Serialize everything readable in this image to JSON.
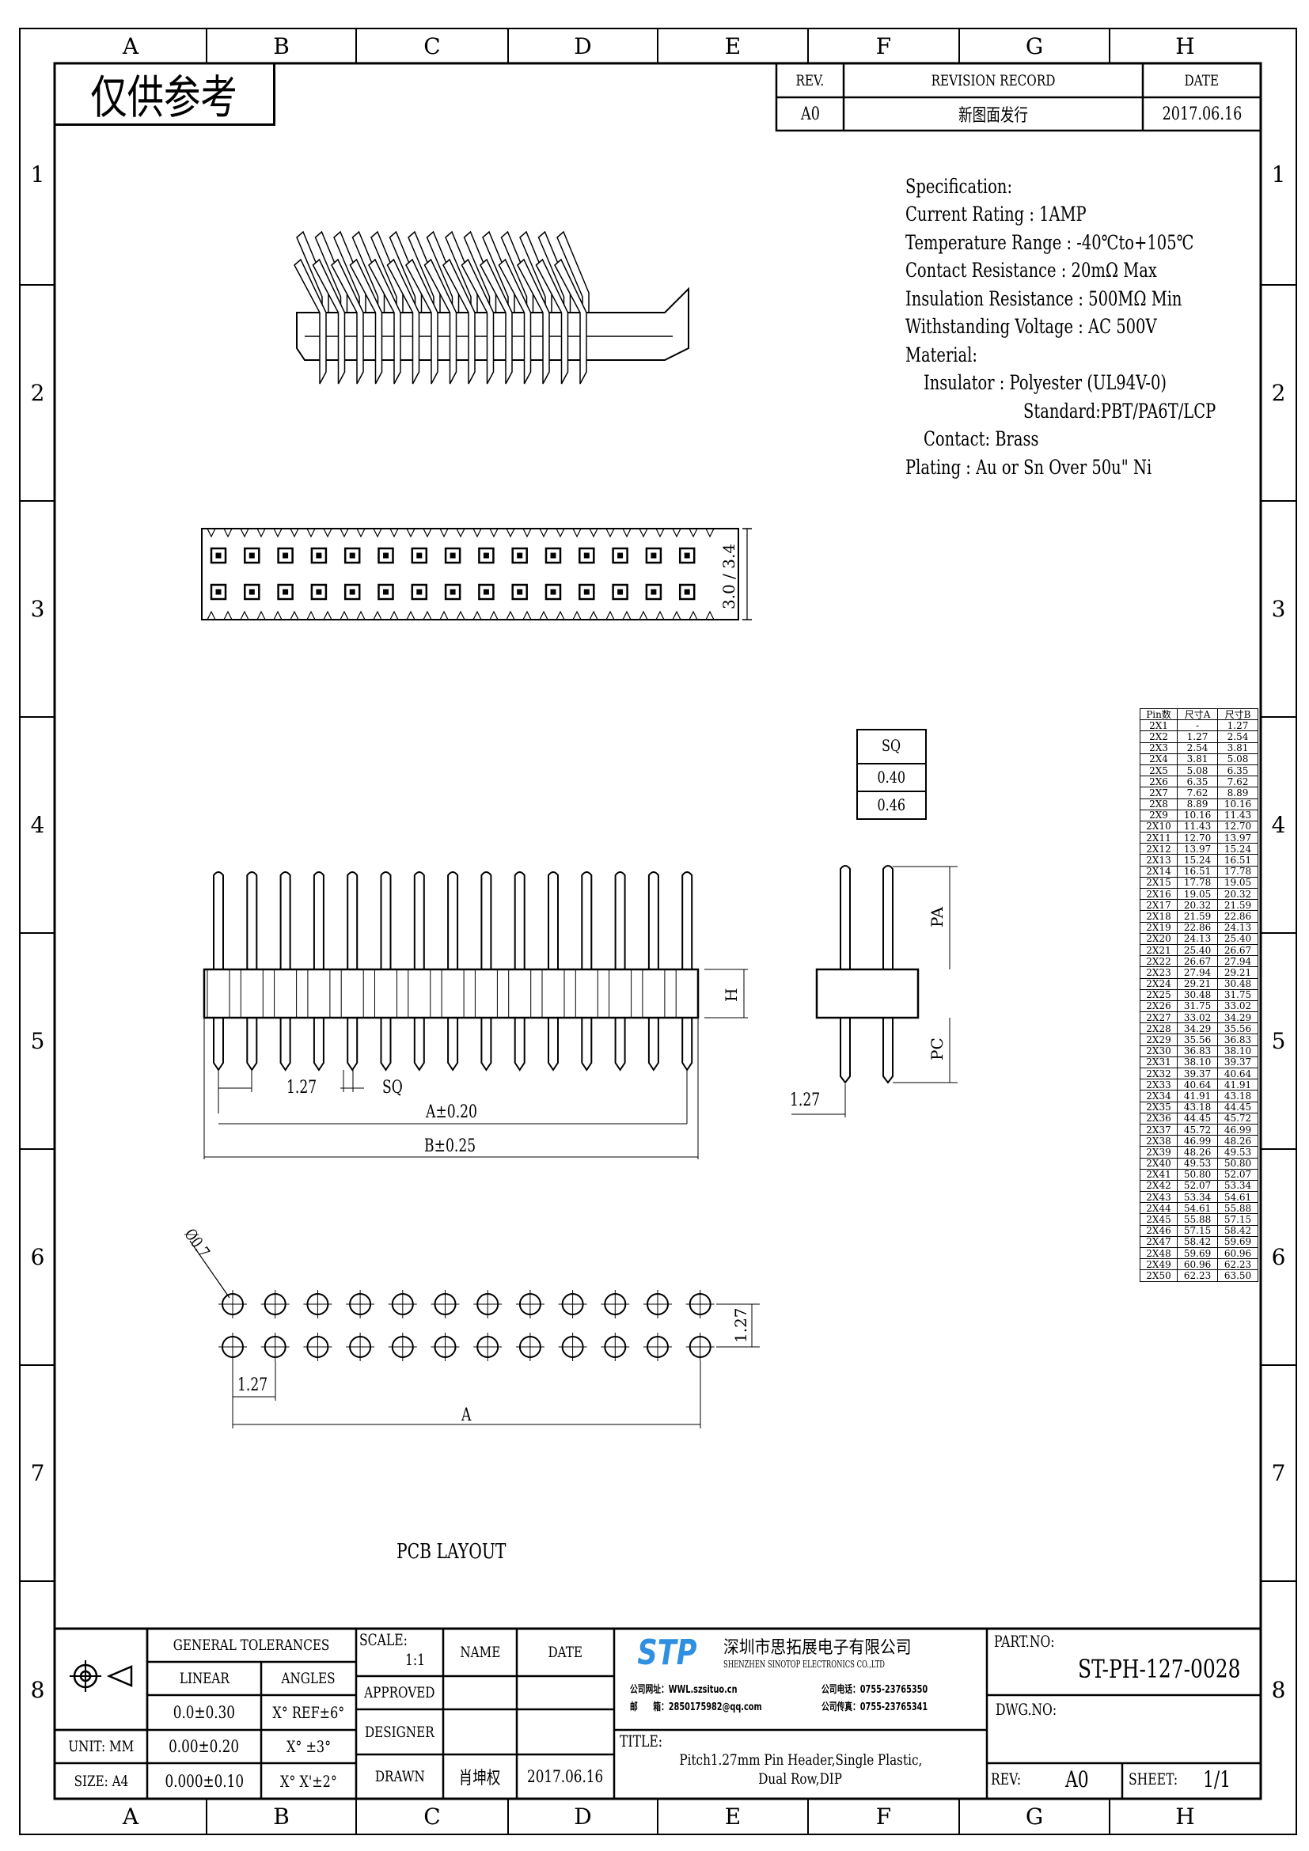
{
  "frame": {
    "columns": [
      "A",
      "B",
      "C",
      "D",
      "E",
      "F",
      "G",
      "H"
    ],
    "rows": [
      "1",
      "2",
      "3",
      "4",
      "5",
      "6",
      "7",
      "8"
    ]
  },
  "stamp": "仅供参考",
  "revision": {
    "headers": [
      "REV.",
      "REVISION RECORD",
      "DATE"
    ],
    "row": [
      "A0",
      "新图面发行",
      "2017.06.16"
    ]
  },
  "spec": [
    "Specification:",
    "Current Rating : 1AMP",
    "Temperature Range : -40℃to+105℃",
    "Contact Resistance : 20mΩ Max",
    "Insulation Resistance : 500MΩ Min",
    "Withstanding Voltage : AC 500V",
    "Material:",
    "Insulator : Polyester (UL94V-0)",
    "Standard:PBT/PA6T/LCP",
    "Contact: Brass",
    "Plating : Au or Sn Over 50u\" Ni"
  ],
  "dims": {
    "top_height": "3.0 / 3.4",
    "sq_header": "SQ",
    "sq_values": [
      "0.40",
      "0.46"
    ],
    "pitch": "1.27",
    "sq": "SQ",
    "a": "A±0.20",
    "b": "B±0.25",
    "h": "H",
    "pa": "PA",
    "pc": "PC",
    "side_pitch": "1.27",
    "hole": "Ø0.7",
    "pcb_pitch_v": "1.27",
    "pcb_pitch_h": "1.27",
    "pcb_a": "A",
    "pcb_label": "PCB LAYOUT"
  },
  "drawing": {
    "pins_per_row": 15,
    "pcb_cols": 12
  },
  "table": {
    "headers": [
      "Pin数",
      "尺寸A",
      "尺寸B"
    ],
    "rows": [
      [
        "2X1",
        "-",
        "1.27"
      ],
      [
        "2X2",
        "1.27",
        "2.54"
      ],
      [
        "2X3",
        "2.54",
        "3.81"
      ],
      [
        "2X4",
        "3.81",
        "5.08"
      ],
      [
        "2X5",
        "5.08",
        "6.35"
      ],
      [
        "2X6",
        "6.35",
        "7.62"
      ],
      [
        "2X7",
        "7.62",
        "8.89"
      ],
      [
        "2X8",
        "8.89",
        "10.16"
      ],
      [
        "2X9",
        "10.16",
        "11.43"
      ],
      [
        "2X10",
        "11.43",
        "12.70"
      ],
      [
        "2X11",
        "12.70",
        "13.97"
      ],
      [
        "2X12",
        "13.97",
        "15.24"
      ],
      [
        "2X13",
        "15.24",
        "16.51"
      ],
      [
        "2X14",
        "16.51",
        "17.78"
      ],
      [
        "2X15",
        "17.78",
        "19.05"
      ],
      [
        "2X16",
        "19.05",
        "20.32"
      ],
      [
        "2X17",
        "20.32",
        "21.59"
      ],
      [
        "2X18",
        "21.59",
        "22.86"
      ],
      [
        "2X19",
        "22.86",
        "24.13"
      ],
      [
        "2X20",
        "24.13",
        "25.40"
      ],
      [
        "2X21",
        "25.40",
        "26.67"
      ],
      [
        "2X22",
        "26.67",
        "27.94"
      ],
      [
        "2X23",
        "27.94",
        "29.21"
      ],
      [
        "2X24",
        "29.21",
        "30.48"
      ],
      [
        "2X25",
        "30.48",
        "31.75"
      ],
      [
        "2X26",
        "31.75",
        "33.02"
      ],
      [
        "2X27",
        "33.02",
        "34.29"
      ],
      [
        "2X28",
        "34.29",
        "35.56"
      ],
      [
        "2X29",
        "35.56",
        "36.83"
      ],
      [
        "2X30",
        "36.83",
        "38.10"
      ],
      [
        "2X31",
        "38.10",
        "39.37"
      ],
      [
        "2X32",
        "39.37",
        "40.64"
      ],
      [
        "2X33",
        "40.64",
        "41.91"
      ],
      [
        "2X34",
        "41.91",
        "43.18"
      ],
      [
        "2X35",
        "43.18",
        "44.45"
      ],
      [
        "2X36",
        "44.45",
        "45.72"
      ],
      [
        "2X37",
        "45.72",
        "46.99"
      ],
      [
        "2X38",
        "46.99",
        "48.26"
      ],
      [
        "2X39",
        "48.26",
        "49.53"
      ],
      [
        "2X40",
        "49.53",
        "50.80"
      ],
      [
        "2X41",
        "50.80",
        "52.07"
      ],
      [
        "2X42",
        "52.07",
        "53.34"
      ],
      [
        "2X43",
        "53.34",
        "54.61"
      ],
      [
        "2X44",
        "54.61",
        "55.88"
      ],
      [
        "2X45",
        "55.88",
        "57.15"
      ],
      [
        "2X46",
        "57.15",
        "58.42"
      ],
      [
        "2X47",
        "58.42",
        "59.69"
      ],
      [
        "2X48",
        "59.69",
        "60.96"
      ],
      [
        "2X49",
        "60.96",
        "62.23"
      ],
      [
        "2X50",
        "62.23",
        "63.50"
      ]
    ]
  },
  "titleblock": {
    "general_tolerances": "GENERAL TOLERANCES",
    "linear": "LINEAR",
    "angles": "ANGLES",
    "lin": [
      "0.0±0.30",
      "0.00±0.20",
      "0.000±0.10"
    ],
    "ang": [
      "X° REF±6°",
      "X° ±3°",
      "X° X'±2°"
    ],
    "unit": "UNIT: MM",
    "size": "SIZE: A4",
    "scale_label": "SCALE:",
    "scale": "1:1",
    "name": "NAME",
    "date": "DATE",
    "approved": "APPROVED",
    "designer": "DESIGNER",
    "drawn": "DRAWN",
    "drawn_name": "肖坤权",
    "drawn_date": "2017.06.16",
    "logo": "STP",
    "company_cn": "深圳市思拓展电子有限公司",
    "company_en": "SHENZHEN SINOTOP ELECTRONICS CO.,LTD",
    "web": "公司网址：WWL.szsituo.cn",
    "mail": "邮　　箱：2850175982@qq.com",
    "tel": "公司电话：0755-23765350",
    "fax": "公司传真：0755-23765341",
    "title_label": "TITLE:",
    "title1": "Pitch1.27mm Pin Header,Single Plastic,",
    "title2": "Dual Row,DIP",
    "part_label": "PART.NO:",
    "part_no": "ST-PH-127-0028",
    "dwg_label": "DWG.NO:",
    "rev_label": "REV:",
    "rev": "A0",
    "sheet_label": "SHEET:",
    "sheet": "1/1"
  },
  "colors": {
    "logo": "#2f8fe0"
  }
}
